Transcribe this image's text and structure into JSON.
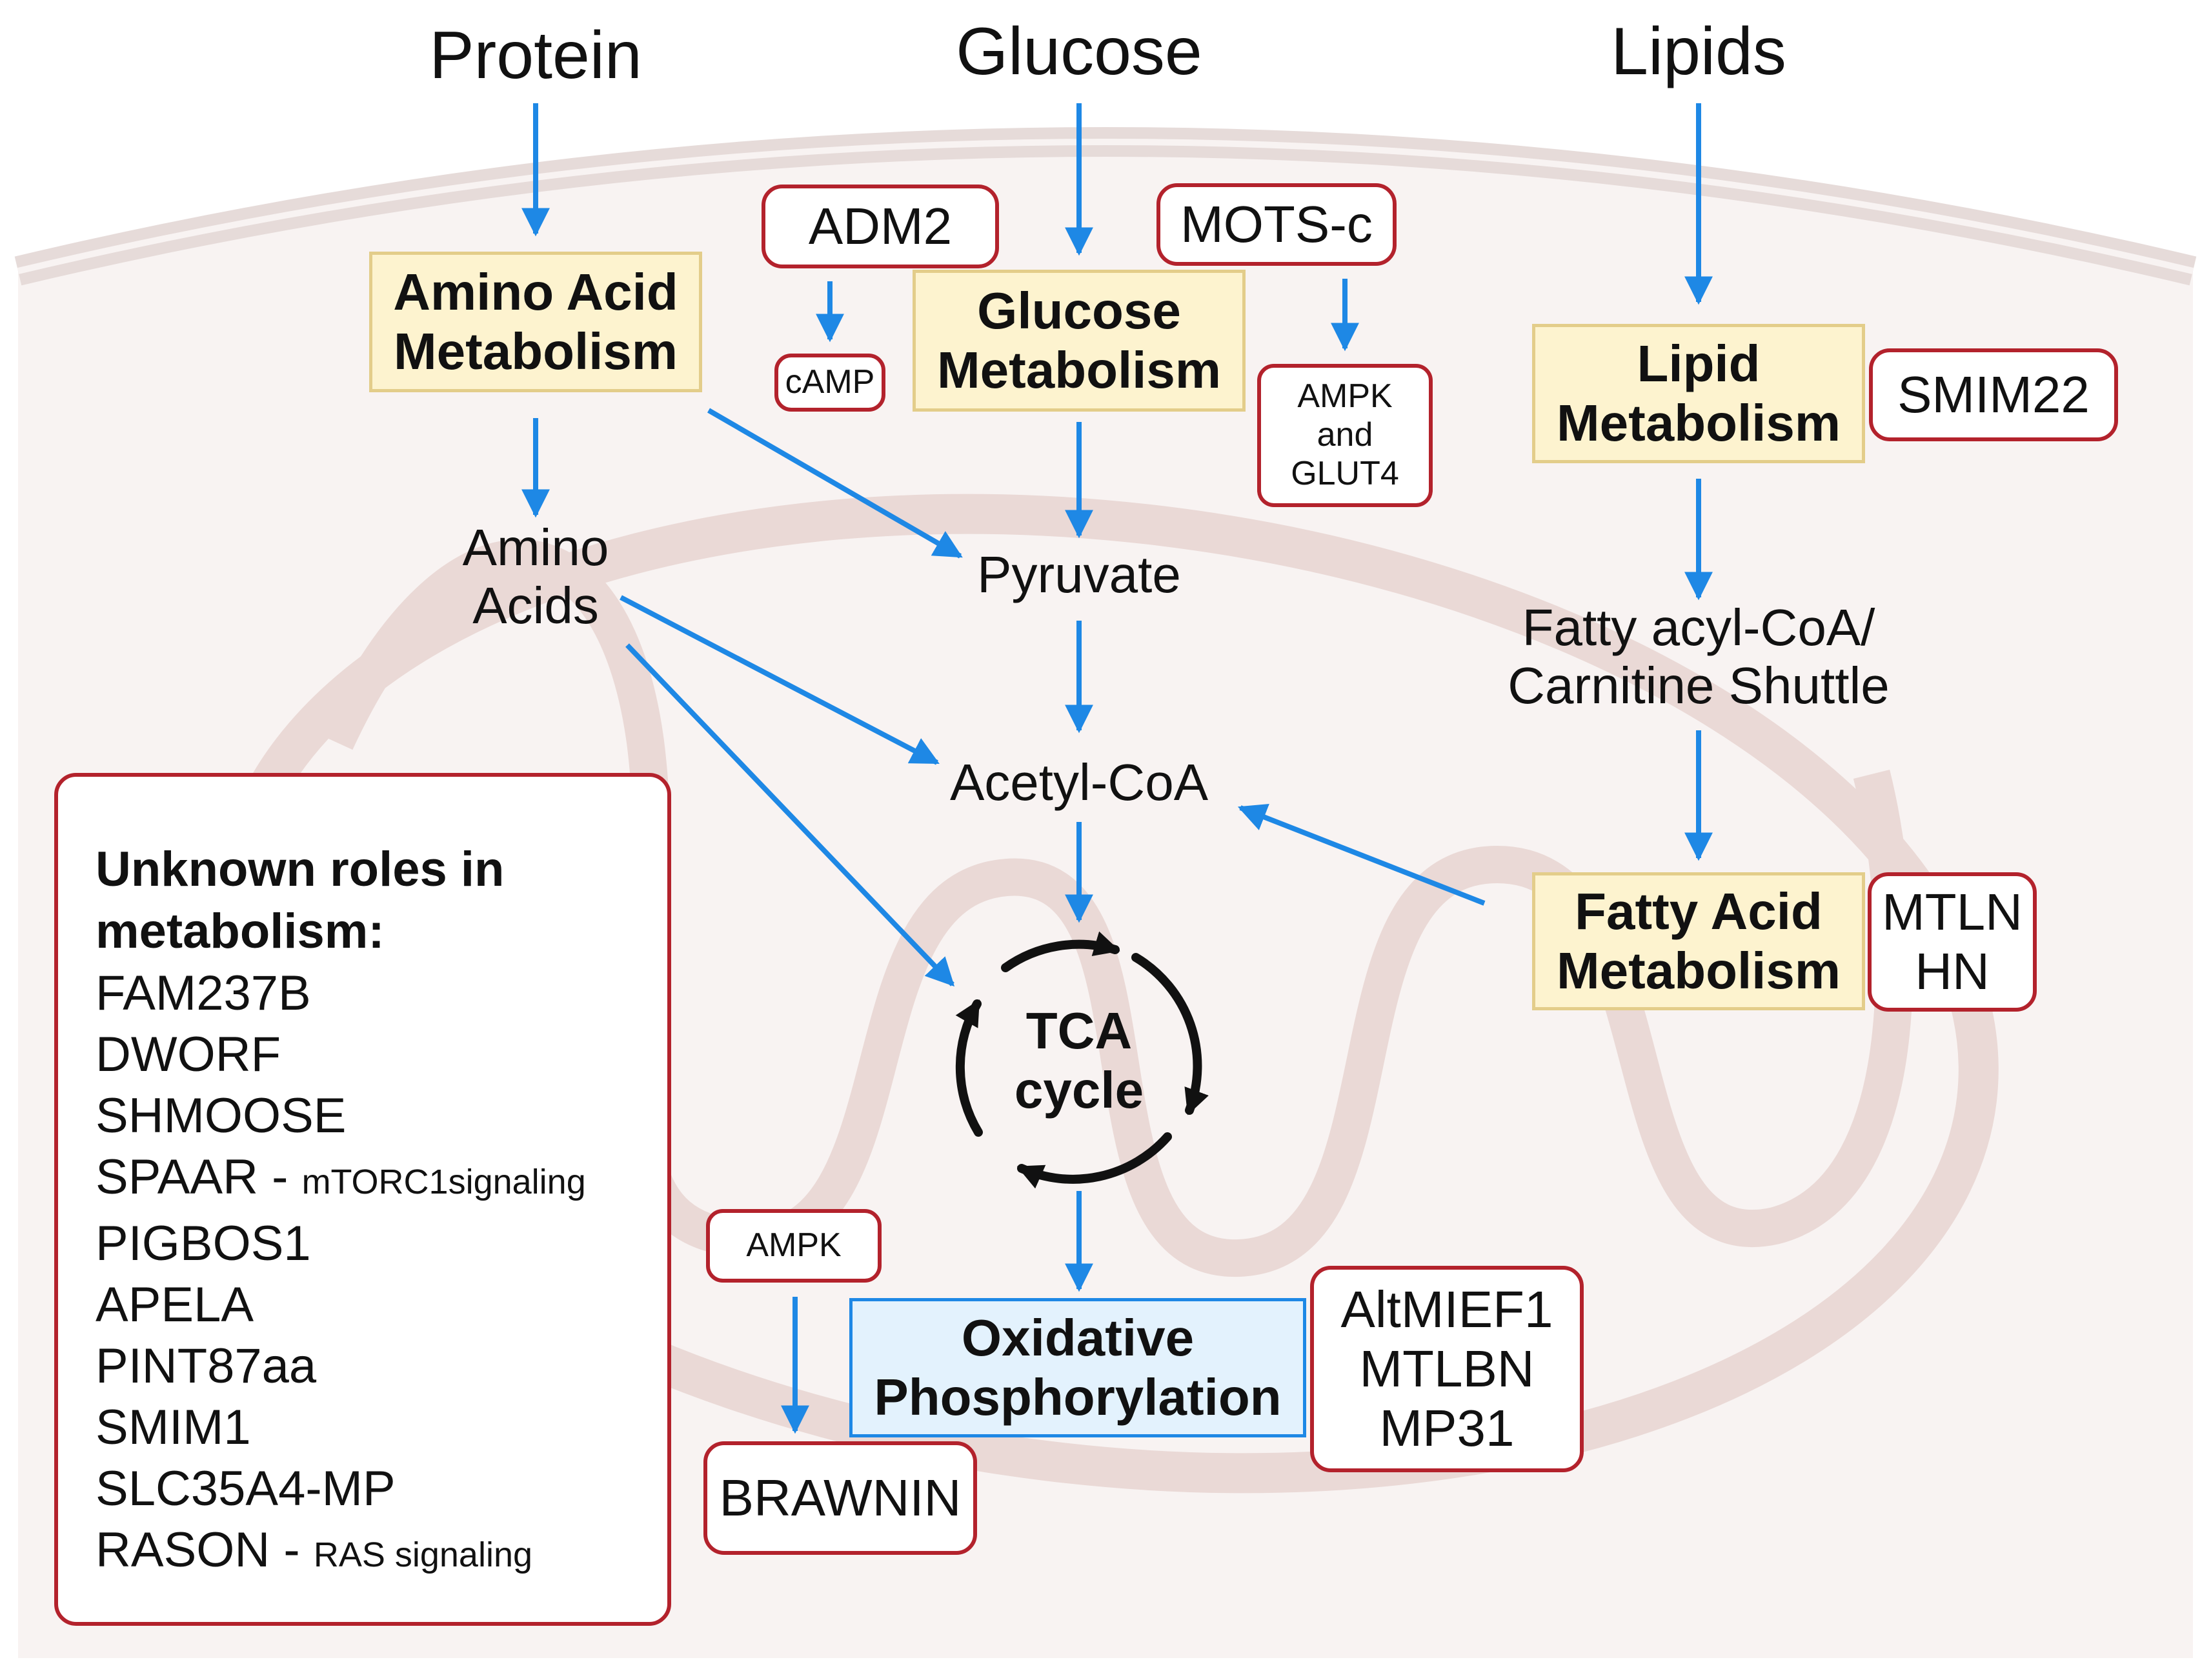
{
  "sources": {
    "protein": "Protein",
    "glucose": "Glucose",
    "lipids": "Lipids"
  },
  "metabolism": {
    "amino_acid": "Amino Acid Metabolism",
    "glucose": "Glucose Metabolism",
    "lipid": "Lipid Metabolism",
    "fatty_acid": "Fatty Acid Metabolism",
    "oxphos": "Oxidative Phosphorylation"
  },
  "intermediates": {
    "amino_acids": "Amino Acids",
    "pyruvate": "Pyruvate",
    "acetyl_coa": "Acetyl-CoA",
    "fatty_acyl": "Fatty acyl-CoA/ Carnitine Shuttle",
    "tca": "TCA cycle"
  },
  "peptides": {
    "adm2": "ADM2",
    "camp": "cAMP",
    "mots_c": "MOTS-c",
    "ampk_glut4": "AMPK and GLUT4",
    "smim22": "SMIM22",
    "mtln_hn": "MTLN HN",
    "altmief1": "AltMIEF1 MTLBN MP31",
    "ampk": "AMPK",
    "brawnin": "BRAWNIN"
  },
  "unknown": {
    "heading": "Unknown roles in metabolism:",
    "items": [
      {
        "name": "FAM237B",
        "note": ""
      },
      {
        "name": "DWORF",
        "note": ""
      },
      {
        "name": "SHMOOSE",
        "note": ""
      },
      {
        "name": "SPAAR",
        "note": "mTORC1signaling"
      },
      {
        "name": "PIGBOS1",
        "note": ""
      },
      {
        "name": "APELA",
        "note": ""
      },
      {
        "name": "PINT87aa",
        "note": ""
      },
      {
        "name": "SMIM1",
        "note": ""
      },
      {
        "name": "SLC35A4-MP",
        "note": ""
      },
      {
        "name": "RASON",
        "note": "RAS signaling"
      }
    ]
  },
  "colors": {
    "arrow": "#1e88e5",
    "peptide_border": "#b3222c",
    "metabolism_fill": "#fdf3cf",
    "oxphos_fill": "#e3f2fd",
    "mitochondrion": "#ead9d6"
  }
}
